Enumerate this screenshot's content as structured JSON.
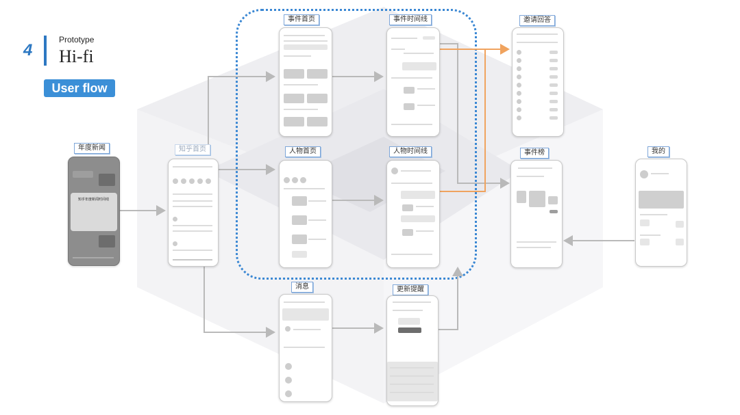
{
  "header": {
    "number": "4",
    "subtitle": "Prototype",
    "title": "Hi-fi",
    "badge": "User flow"
  },
  "labels": {
    "event_home": "事件首页",
    "event_timeline": "事件时间线",
    "invite_answer": "邀请回答",
    "annual_news": "年度新闻",
    "zhihu_home": "知乎首页",
    "person_home": "人物首页",
    "person_timeline": "人物时间线",
    "event_list": "事件榜",
    "mine": "我的",
    "messages": "消息",
    "update_reminder": "更新提醒"
  },
  "screens": {
    "annual_news_popup": "知乎年度新闻时间线"
  },
  "colors": {
    "accent": "#2d78c2",
    "badge": "#3b8fd7",
    "flow_arrow": "#b9b9b9",
    "highlight_arrow": "#f0a35e",
    "region_border": "#3a87d3"
  }
}
